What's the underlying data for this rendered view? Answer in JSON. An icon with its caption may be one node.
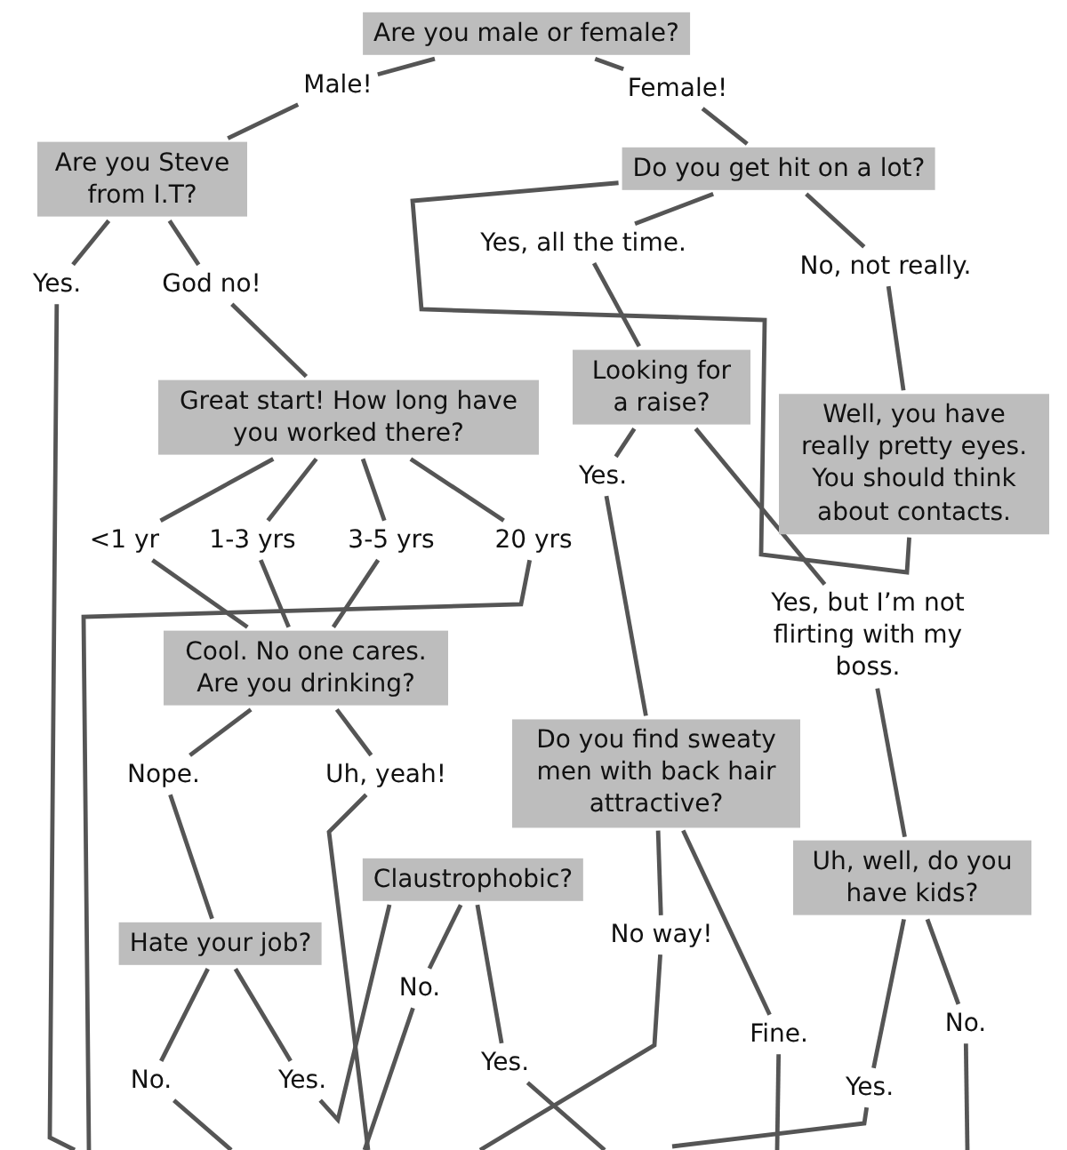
{
  "diagram": {
    "nodes": [
      {
        "text": [
          "Are you male or female?"
        ]
      },
      {
        "text": [
          "Male!"
        ]
      },
      {
        "text": [
          "Female!"
        ]
      },
      {
        "text": [
          "Are you Steve from I.T?"
        ]
      },
      {
        "text": [
          "Do you get hit on a lot?"
        ]
      },
      {
        "text": [
          "Yes."
        ]
      },
      {
        "text": [
          "God no!"
        ]
      },
      {
        "text": [
          "Yes, all the time."
        ]
      },
      {
        "text": [
          "No, not really."
        ]
      },
      {
        "text": [
          "Looking for a raise?"
        ]
      },
      {
        "text": [
          "Great start! How long have you worked there?"
        ]
      },
      {
        "text": [
          "Well, you have really pretty eyes. You should think about contacts."
        ]
      },
      {
        "text": [
          "Yes."
        ]
      },
      {
        "text": [
          "<1 yr"
        ]
      },
      {
        "text": [
          "1-3 yrs"
        ]
      },
      {
        "text": [
          "3-5 yrs"
        ]
      },
      {
        "text": [
          "20 yrs"
        ]
      },
      {
        "text": [
          "Yes, but I’m not flirting with my boss."
        ]
      },
      {
        "text": [
          "Cool. No one cares. Are you drinking?"
        ]
      },
      {
        "text": [
          "Nope."
        ]
      },
      {
        "text": [
          "Uh, yeah!"
        ]
      },
      {
        "text": [
          "Do you find sweaty men with back hair attractive?"
        ]
      },
      {
        "text": [
          "Claustrophobic?"
        ]
      },
      {
        "text": [
          "Uh, well, do you have kids?"
        ]
      },
      {
        "text": [
          "Hate your job?"
        ]
      },
      {
        "text": [
          "No."
        ]
      },
      {
        "text": [
          "No way!"
        ]
      },
      {
        "text": [
          "No."
        ]
      },
      {
        "text": [
          "Fine."
        ]
      },
      {
        "text": [
          "Yes."
        ]
      },
      {
        "text": [
          "No."
        ]
      },
      {
        "text": [
          "Yes."
        ]
      },
      {
        "text": [
          "Yes."
        ]
      }
    ],
    "edges": [
      {
        "from": 0,
        "to": 1,
        "arrow": "none"
      },
      {
        "from": 0,
        "to": 2,
        "arrow": "none"
      },
      {
        "from": 1,
        "to": 3,
        "arrow": "none"
      },
      {
        "from": 2,
        "to": 4,
        "arrow": "none"
      },
      {
        "from": 3,
        "to": 5,
        "arrow": "none"
      },
      {
        "from": 3,
        "to": 6,
        "arrow": "none"
      },
      {
        "from": 4,
        "to": 7,
        "arrow": "none"
      },
      {
        "from": 4,
        "to": 8,
        "arrow": "none"
      },
      {
        "from": 4,
        "to": 11,
        "arrow": "none"
      },
      {
        "from": 6,
        "to": 10,
        "arrow": "none"
      },
      {
        "from": 7,
        "to": 9,
        "arrow": "none"
      },
      {
        "from": 8,
        "to": 11,
        "arrow": "none"
      },
      {
        "from": 9,
        "to": 12,
        "arrow": "none"
      },
      {
        "from": 9,
        "to": 17,
        "arrow": "none"
      },
      {
        "from": 10,
        "to": 13,
        "arrow": "none"
      },
      {
        "from": 10,
        "to": 14,
        "arrow": "none"
      },
      {
        "from": 10,
        "to": 15,
        "arrow": "none"
      },
      {
        "from": 10,
        "to": 16,
        "arrow": "none"
      },
      {
        "from": 13,
        "to": 18,
        "arrow": "none"
      },
      {
        "from": 14,
        "to": 18,
        "arrow": "none"
      },
      {
        "from": 15,
        "to": 18,
        "arrow": "none"
      },
      {
        "from": 16,
        "to": null,
        "arrow": "none"
      },
      {
        "from": 5,
        "to": null,
        "arrow": "none"
      },
      {
        "from": 12,
        "to": 21,
        "arrow": "none"
      },
      {
        "from": 17,
        "to": 23,
        "arrow": "none"
      },
      {
        "from": 18,
        "to": 19,
        "arrow": "none"
      },
      {
        "from": 18,
        "to": 20,
        "arrow": "none"
      },
      {
        "from": 20,
        "to": null,
        "arrow": "none"
      },
      {
        "from": 19,
        "to": 24,
        "arrow": "none"
      },
      {
        "from": 24,
        "to": 30,
        "arrow": "none"
      },
      {
        "from": 24,
        "to": 31,
        "arrow": "none"
      },
      {
        "from": 30,
        "to": null,
        "arrow": "none"
      },
      {
        "from": 22,
        "to": 31,
        "arrow": "none"
      },
      {
        "from": 22,
        "to": 25,
        "arrow": "none"
      },
      {
        "from": 22,
        "to": 29,
        "arrow": "none"
      },
      {
        "from": 25,
        "to": null,
        "arrow": "none"
      },
      {
        "from": 21,
        "to": 26,
        "arrow": "none"
      },
      {
        "from": 26,
        "to": null,
        "arrow": "none"
      },
      {
        "from": 21,
        "to": 28,
        "arrow": "none"
      },
      {
        "from": 28,
        "to": null,
        "arrow": "none"
      },
      {
        "from": 29,
        "to": null,
        "arrow": "none"
      },
      {
        "from": 23,
        "to": 32,
        "arrow": "none"
      },
      {
        "from": 23,
        "to": 27,
        "arrow": "none"
      },
      {
        "from": 32,
        "to": null,
        "arrow": "none"
      },
      {
        "from": 27,
        "to": null,
        "arrow": "none"
      }
    ]
  }
}
